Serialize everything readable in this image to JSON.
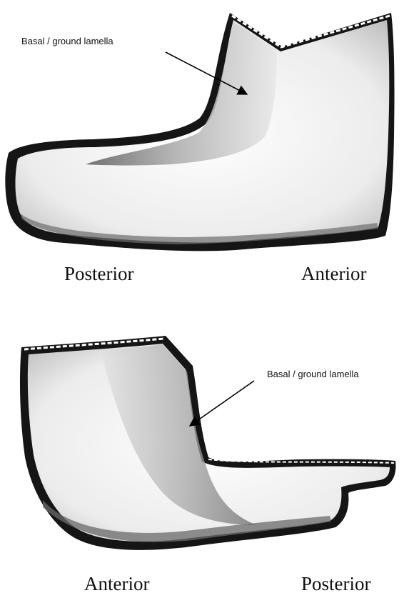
{
  "top_panel": {
    "callout_label": "Basal / ground lamella",
    "left_label": "Posterior",
    "right_label": "Anterior"
  },
  "bottom_panel": {
    "callout_label": "Basal / ground lamella",
    "left_label": "Anterior",
    "right_label": "Posterior"
  },
  "colors": {
    "outline": "#151515",
    "body_fill": "#f4f4f4",
    "shadow_fill": "#9a9a9a",
    "arrow": "#000000"
  }
}
